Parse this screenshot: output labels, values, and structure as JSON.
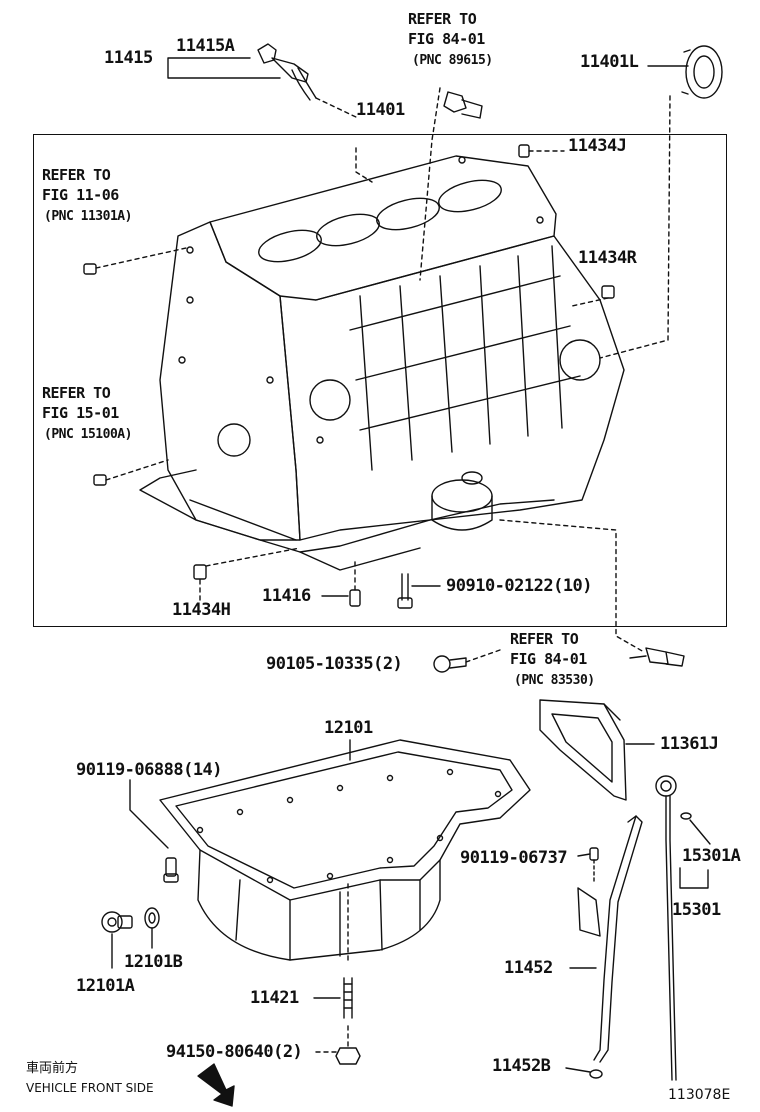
{
  "parts": {
    "p11415": "11415",
    "p11415A": "11415A",
    "p11401": "11401",
    "p11401L": "11401L",
    "p11434J": "11434J",
    "p11434R": "11434R",
    "p11434H": "11434H",
    "p11416": "11416",
    "p90910": "90910-02122(10)",
    "p90105": "90105-10335(2)",
    "p12101": "12101",
    "p11361J": "11361J",
    "p90119a": "90119-06888(14)",
    "p90119b": "90119-06737",
    "p15301A": "15301A",
    "p15301": "15301",
    "p12101B": "12101B",
    "p12101A": "12101A",
    "p11421": "11421",
    "p11452": "11452",
    "p94150": "94150-80640(2)",
    "p11452B": "11452B"
  },
  "refs": [
    {
      "l1": "REFER TO",
      "l2": "FIG 84-01",
      "l3": "(PNC 89615)"
    },
    {
      "l1": "REFER TO",
      "l2": "FIG 11-06",
      "l3": "(PNC 11301A)"
    },
    {
      "l1": "REFER TO",
      "l2": "FIG 15-01",
      "l3": "(PNC 15100A)"
    },
    {
      "l1": "REFER TO",
      "l2": "FIG 84-01",
      "l3": "(PNC 83530)"
    }
  ],
  "front": {
    "jp": "車両前方",
    "en": "VEHICLE FRONT SIDE"
  },
  "figure_id": "113078E",
  "colors": {
    "ink": "#111111",
    "paper": "#ffffff"
  }
}
